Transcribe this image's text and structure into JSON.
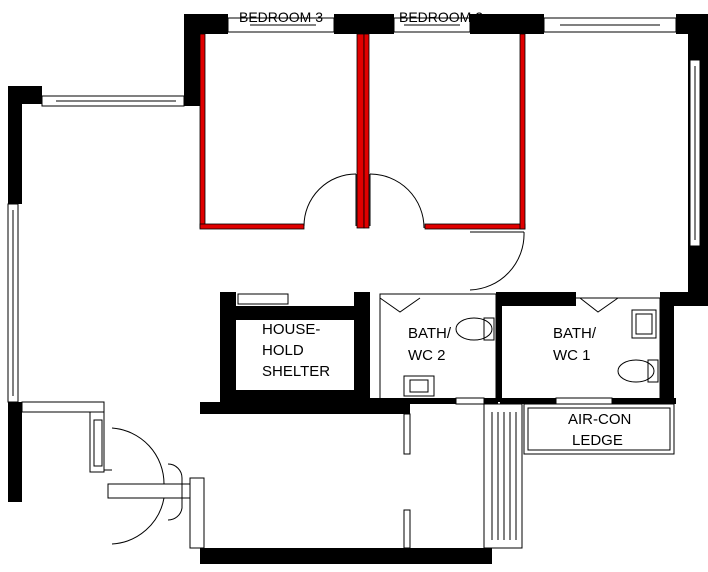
{
  "rooms": {
    "bedroom3": "BEDROOM 3",
    "bedroom2": "BEDROOM 2",
    "shelter": [
      "HOUSE-",
      "HOLD",
      "SHELTER"
    ],
    "bath2": [
      "BATH/",
      "WC 2"
    ],
    "bath1": [
      "BATH/",
      "WC 1"
    ],
    "aircon": [
      "AIR-CON",
      "LEDGE"
    ]
  },
  "colors": {
    "wall": "#000000",
    "partition": "#e00000",
    "background": "#ffffff"
  }
}
